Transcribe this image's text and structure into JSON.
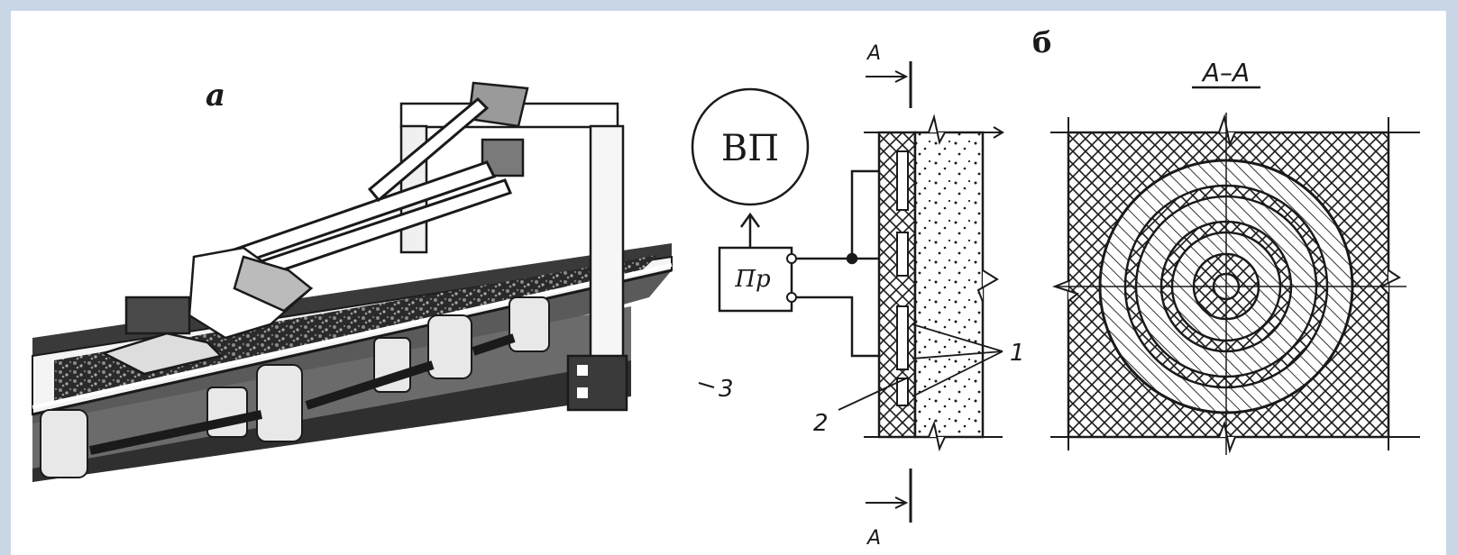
{
  "panel_a": {
    "label": "а"
  },
  "panel_b": {
    "label": "б",
    "block_vp": "ВП",
    "block_pr": "Пр",
    "section_mark": "А",
    "section_title": "А–А",
    "callout_1": "1",
    "callout_2": "2",
    "callout_3": "3"
  },
  "colors": {
    "frame": "#c9d6e6",
    "ink": "#1a1a1a",
    "paper": "#ffffff"
  }
}
